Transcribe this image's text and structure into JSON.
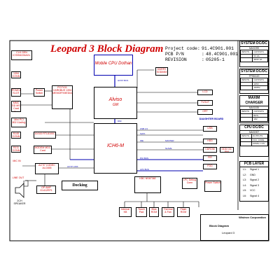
{
  "title": "Leopard 3 Block Diagram",
  "project": {
    "code_label": "Project code:",
    "code_value": "91.4C901.001",
    "pcb_label": "PCB P/N",
    "pcb_value": "48.4C901.001",
    "rev_label": "REVISION",
    "rev_value": "05205-1"
  },
  "blocks": {
    "clkgen": "CLK GEN ICS954226AGL",
    "cpu": "Mobile CPU Dothan",
    "ddr": "DDRP2 SODIMM",
    "pci_slot": "PCMCIA SLOT",
    "cardreader": "PCI7411 CARDBUS 1394 MEMORYMEDIA",
    "power_switch": "Power Switch",
    "ieee1394": "1394 CONN",
    "card_slot": "MMC SD MS Card Slot",
    "alviso": "Alviso",
    "gm": "GM",
    "lcd": "LCD",
    "tvout": "TVOUT",
    "crt": "CRT",
    "daughter": "DAUGHTER BOARD",
    "ich": "ICH6-M",
    "minipci": "Mini PCI 802.11a/b/g",
    "lan": "10/100 RTL8100C",
    "rj45": "RJ45 CONN",
    "rj11": "RJ11 CONN",
    "modem": "MODEM MDC Card",
    "mic": "MIC IN",
    "codec": "AC'97 CODEC ALC655",
    "lineout": "LINE OUT",
    "opamp": "OP AMP G1412RF1",
    "speaker": "2CH SPEAKER",
    "docking": "Docking",
    "kbc": "KBC NS87382",
    "lpc_debug": "LPC Debug Conn",
    "power_sw2": "Power Switch",
    "usb": "USB",
    "hdd": "HDD",
    "cdrom": "CDROM",
    "odd": "ODD CD-RW",
    "kb": "Internal KB",
    "touchpad": "Touch Pad",
    "bios": "Bios ROM",
    "thermal": "Thermal & Fan",
    "flash": "Flash ROM",
    "fir": "FIR",
    "fdd": "FDD"
  },
  "buses": {
    "host": "HOST BUS",
    "dmi": "DMI",
    "pci": "PCI BUS",
    "lpc": "LPC BUS",
    "azalia": "AC'97 LINK",
    "ide": "IDE",
    "usb": "USB 2.0",
    "sata": "SATA",
    "master": "MASTER",
    "slave": "SLAVE"
  },
  "power_panels": [
    {
      "title": "SYSTEM DC/DC",
      "chip": "MAX1999",
      "rows": [
        [
          "INPUTS",
          "OUTPUTS"
        ],
        [
          "",
          "5V 3A"
        ],
        [
          "",
          "3D3V 3A"
        ]
      ]
    },
    {
      "title": "SYSTEM DC/DC",
      "chip": "TPS51120",
      "rows": [
        [
          "INPUTS",
          "OUTPUTS"
        ],
        [
          "",
          "1D5V"
        ],
        [
          "",
          "1D05V"
        ]
      ]
    },
    {
      "title": "MAXIM CHARGER",
      "chip": "MAX1535",
      "rows": [
        [
          "INPUTS",
          "OUTPUTS"
        ],
        [
          "",
          "BAT+"
        ],
        [
          "",
          "18V"
        ]
      ]
    },
    {
      "title": "CPU DC/DC",
      "chip": "MAX1907",
      "rows": [
        [
          "INPUTS",
          "OUTPUTS"
        ],
        [
          "",
          "VCC_CORE"
        ],
        [
          "",
          "0.844V~1.4V"
        ]
      ]
    }
  ],
  "pcb_layer": {
    "title": "PCB LAYER",
    "layers": [
      {
        "id": "L1:",
        "name": "Signal 1"
      },
      {
        "id": "L2:",
        "name": "GND"
      },
      {
        "id": "L3:",
        "name": "Signal 2"
      },
      {
        "id": "L4:",
        "name": "Signal 3"
      },
      {
        "id": "L5:",
        "name": "VCC"
      },
      {
        "id": "L6:",
        "name": "Signal 4"
      }
    ]
  },
  "titleblock": {
    "company": "Wistron Corporation",
    "doc": "Block Diagram",
    "name": "Leopard 3"
  },
  "colors": {
    "accent": "#d00000",
    "bus": "#0000b0",
    "line": "#000000"
  }
}
